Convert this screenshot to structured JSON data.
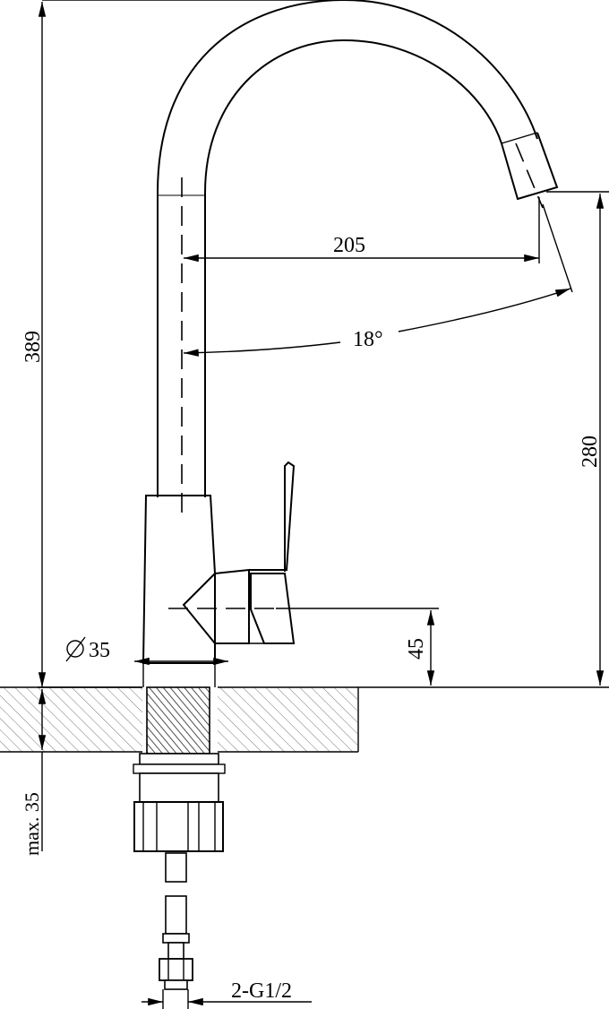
{
  "dimensions": {
    "total_height": "389",
    "spout_reach": "205",
    "spout_angle": "18°",
    "spout_height": "280",
    "handle_height": "45",
    "base_diameter": "35",
    "max_thickness": "max. 35",
    "connection": "2-G1/2"
  }
}
